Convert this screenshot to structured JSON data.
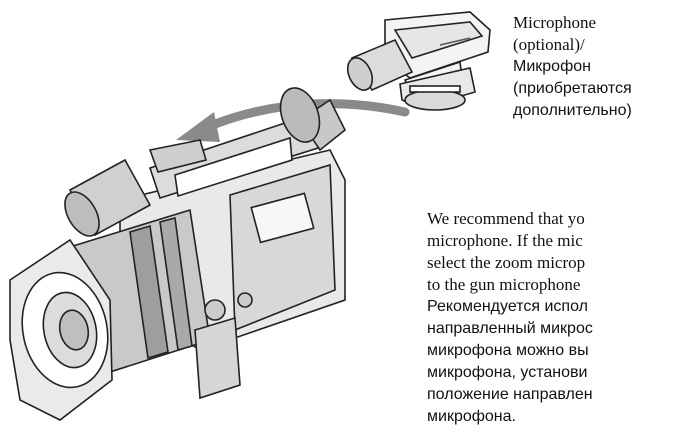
{
  "microphone_label": {
    "en": [
      "Microphone",
      "(optional)/"
    ],
    "ru": [
      "Микрофон",
      "(приобретаются",
      "дополнительно)"
    ]
  },
  "note": {
    "en": [
      "We recommend that yo",
      "microphone. If the mic",
      "select the zoom microp",
      "to the gun microphone"
    ],
    "ru": [
      "Рекомендуется испол",
      "направленный микрос",
      "микрофона можно вы",
      "микрофона, установи",
      "положение направлен",
      "микрофона."
    ]
  }
}
